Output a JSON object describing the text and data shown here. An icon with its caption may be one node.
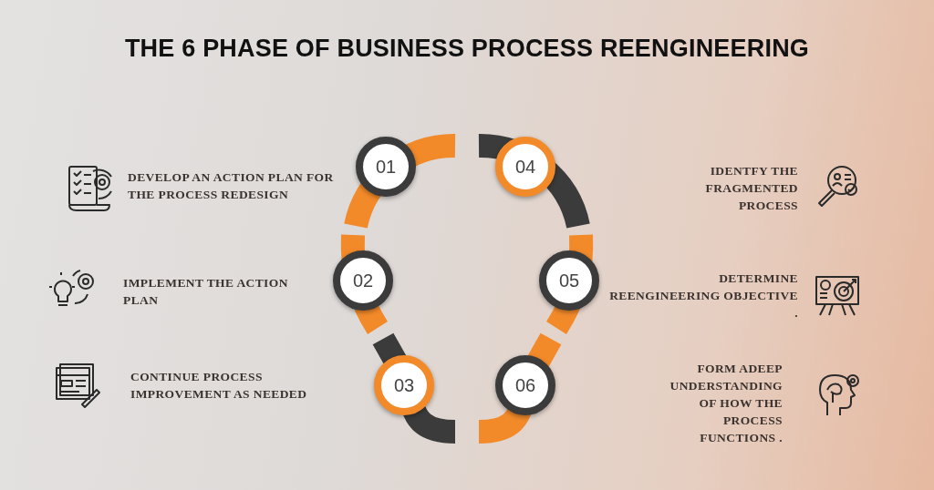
{
  "diagram": {
    "title": "THE 6 PHASE OF BUSINESS PROCESS REENGINEERING",
    "nodes": [
      {
        "text": [
          "01"
        ]
      },
      {
        "text": [
          "02"
        ]
      },
      {
        "text": [
          "03"
        ]
      },
      {
        "text": [
          "04"
        ]
      },
      {
        "text": [
          "05"
        ]
      },
      {
        "text": [
          "06"
        ]
      }
    ],
    "labels": [
      "DEVELOP AN ACTION PLAN FOR THE PROCESS REDESIGN",
      "IDENTFY THE FRAGMENTED PROCESS",
      "IMPLEMENT THE ACTION PLAN",
      "DETERMINE REENGINEERING OBJECTIVE .",
      "CONTINUE PROCESS IMPROVEMENT AS NEEDED",
      "FORM ADEEP UNDERSTANDING OF HOW THE PROCESS FUNCTIONS ."
    ]
  }
}
